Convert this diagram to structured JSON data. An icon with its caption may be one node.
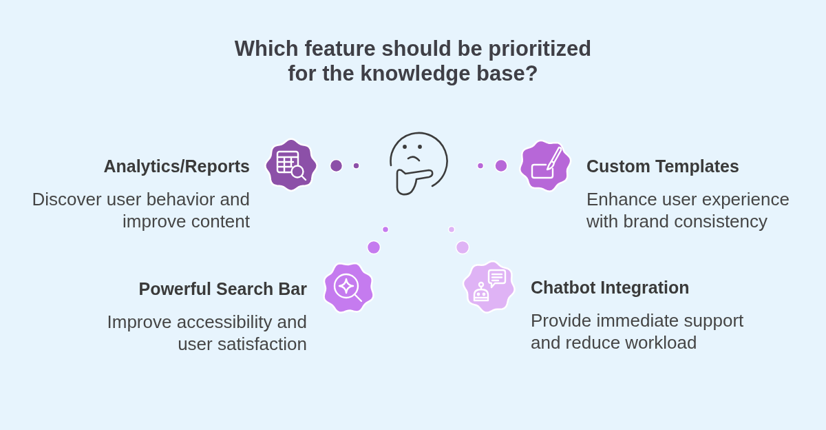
{
  "diagram": {
    "title": "Which feature should be prioritized for the knowledge base?",
    "nodes": [
      {
        "text": [
          "Analytics/Reports",
          "Discover user behavior and improve content"
        ]
      },
      {
        "text": [
          "Custom Templates",
          "Enhance user experience with brand consistency"
        ]
      },
      {
        "text": [
          "Powerful Search Bar",
          "Improve accessibility and user satisfaction"
        ]
      },
      {
        "text": [
          "Chatbot Integration",
          "Provide immediate support and reduce workload"
        ]
      }
    ]
  }
}
